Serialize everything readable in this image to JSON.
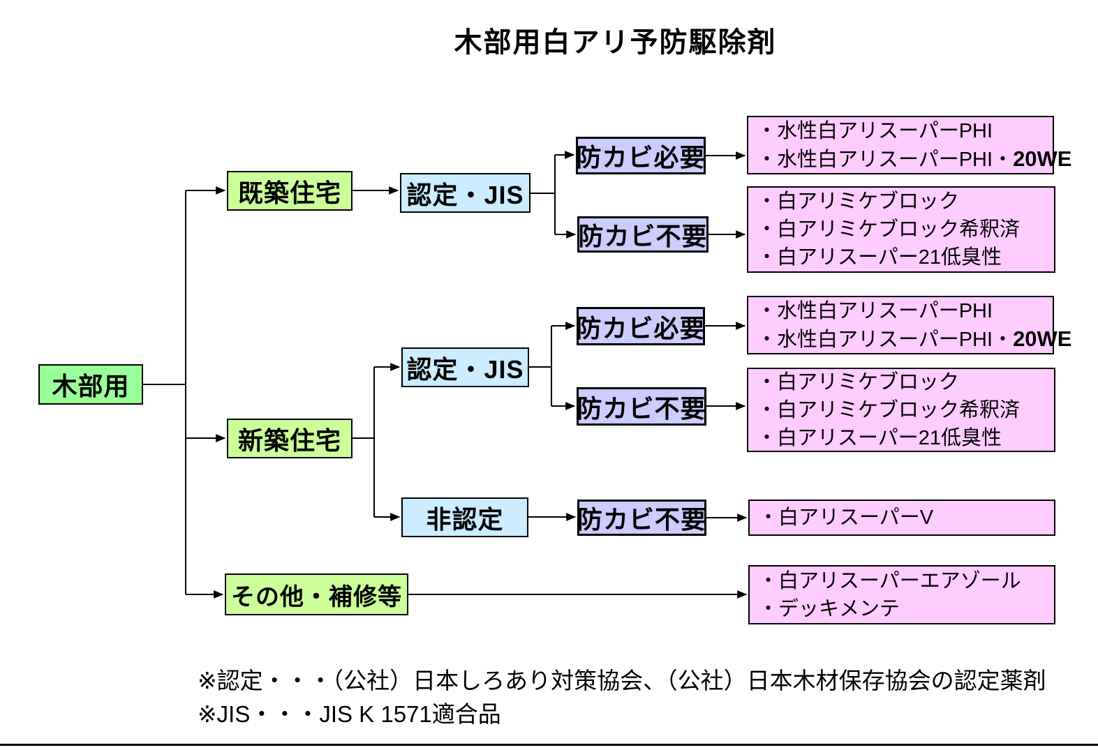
{
  "title": "木部用白アリ予防駆除剤",
  "colors": {
    "root_green": "#99FF99",
    "category_green": "#CCFF99",
    "certified_blue": "#CCECFF",
    "antifungal_lavender": "#CCCCFF",
    "product_pink": "#FFCCFF",
    "line_black": "#000000"
  },
  "nodes": {
    "root": "木部用",
    "existing_house": "既築住宅",
    "new_house": "新築住宅",
    "other_repair": "その他・補修等",
    "certified_jis_top": "認定・JIS",
    "certified_jis_mid": "認定・JIS",
    "non_certified": "非認定",
    "antifungal_required_top": "防カビ必要",
    "antifungal_not_required_top": "防カビ不要",
    "antifungal_required_mid": "防カビ必要",
    "antifungal_not_required_mid": "防カビ不要",
    "antifungal_not_required_bottom": "防カビ不要"
  },
  "products": {
    "phi_top": {
      "line1": "・水性白アリスーパーPHI",
      "line2_normal": "・水性白アリスーパーPHI・",
      "line2_bold": "20WE"
    },
    "mike_top": {
      "line1": "・白アリミケブロック",
      "line2": "・白アリミケブロック希釈済",
      "line3": "・白アリスーパー21低臭性"
    },
    "phi_mid": {
      "line1": "・水性白アリスーパーPHI",
      "line2_normal": "・水性白アリスーパーPHI・",
      "line2_bold": "20WE"
    },
    "mike_mid": {
      "line1": "・白アリミケブロック",
      "line2": "・白アリミケブロック希釈済",
      "line3": "・白アリスーパー21低臭性"
    },
    "super_v": {
      "line1": "・白アリスーパーV"
    },
    "other_products": {
      "line1": "・白アリスーパーエアゾール",
      "line2": "・デッキメンテ"
    }
  },
  "footnotes": {
    "certification_note": "※認定・・・（公社）日本しろあり対策協会、（公社）日本木材保存協会の認定薬剤",
    "jis_note": "※JIS・・・JIS K 1571適合品"
  }
}
